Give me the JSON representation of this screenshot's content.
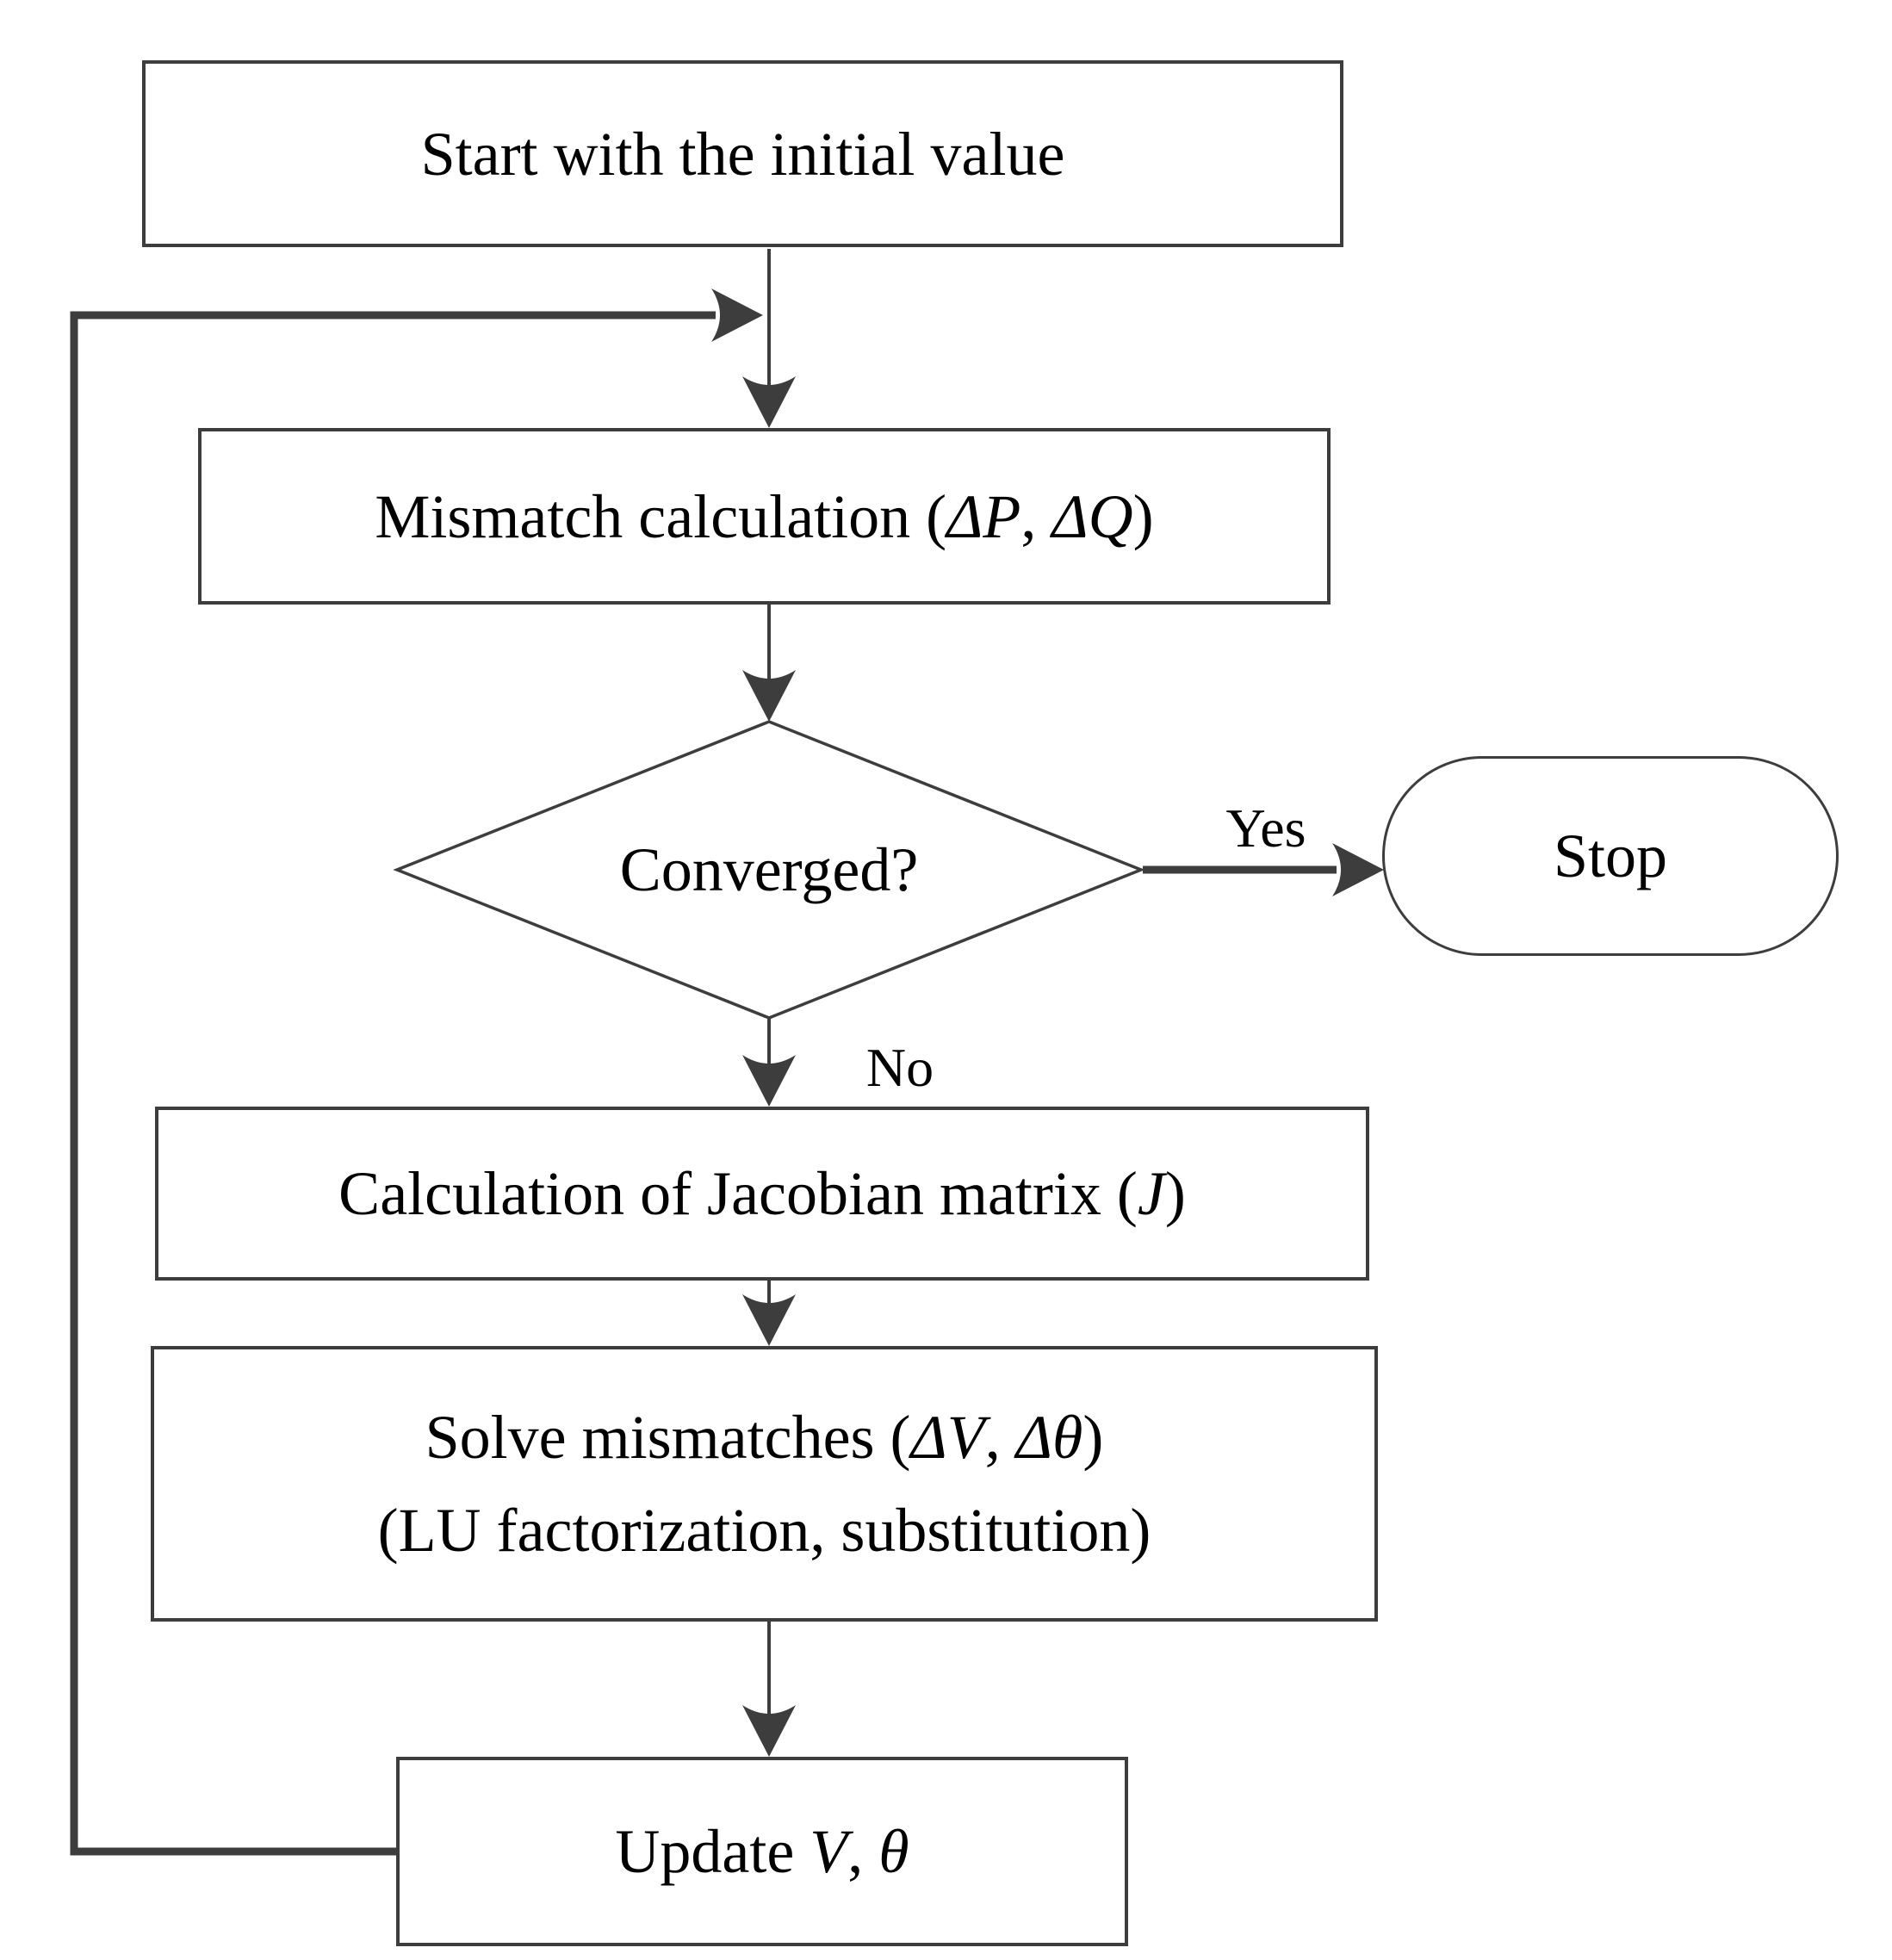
{
  "flowchart": {
    "nodes": {
      "start": {
        "label": "Start with the initial value"
      },
      "mismatch": {
        "pre": "Mismatch calculation (",
        "var1": "ΔP",
        "sep": ", ",
        "var2": "ΔQ",
        "post": ")"
      },
      "converged": {
        "label": "Converged?"
      },
      "stop": {
        "label": "Stop"
      },
      "jacobian": {
        "pre": "Calculation of Jacobian matrix (",
        "var1": "J",
        "post": ")"
      },
      "solve": {
        "line1": {
          "pre": "Solve mismatches (",
          "var1": "ΔV",
          "sep": ", ",
          "var2": "Δθ",
          "post": ")"
        },
        "line2": "(LU factorization, substitution)"
      },
      "update": {
        "pre": "Update ",
        "var1": "V",
        "sep": ", ",
        "var2": "θ"
      }
    },
    "edge_labels": {
      "yes": "Yes",
      "no": "No"
    },
    "colors": {
      "line": "#3d3d3d",
      "text": "#000000",
      "background": "#ffffff"
    }
  }
}
